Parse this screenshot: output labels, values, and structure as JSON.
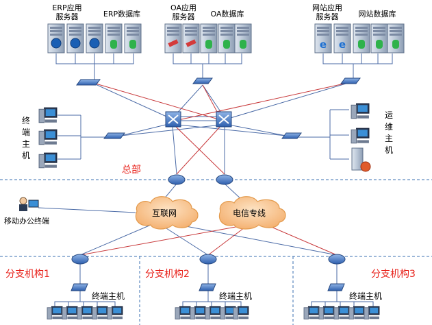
{
  "groups": {
    "erp_app": "ERP应用\n服务器",
    "erp_db": "ERP数据库",
    "oa_app": "OA应用\n服务器",
    "oa_db": "OA数据库",
    "web_app": "网站应用\n服务器",
    "web_db": "网站数据库"
  },
  "side_labels": {
    "terminal_host_vertical": "终\n端\n主\n机",
    "ops_host_vertical": "运\n维\n主\n机"
  },
  "zones": {
    "hq": "总部",
    "branch1": "分支机构1",
    "branch2": "分支机构2",
    "branch3": "分支机构3"
  },
  "clouds": {
    "internet": "互联网",
    "telecom": "电信专线"
  },
  "mobile_label": "移动办公终端",
  "branch_host_label": "终端主机",
  "colors": {
    "red_accent": "#e8231c",
    "cloud_fill": "#f9c58f",
    "cloud_stroke": "#e39a4c",
    "line_blue": "#4a6aa6",
    "line_red": "#c8393b",
    "dash": "#3a6fb0"
  },
  "icons": [
    "server-icon",
    "database-icon",
    "switch-icon",
    "core-switch-icon",
    "router-icon",
    "pc-icon",
    "cloud-icon",
    "mobile-user-icon"
  ]
}
